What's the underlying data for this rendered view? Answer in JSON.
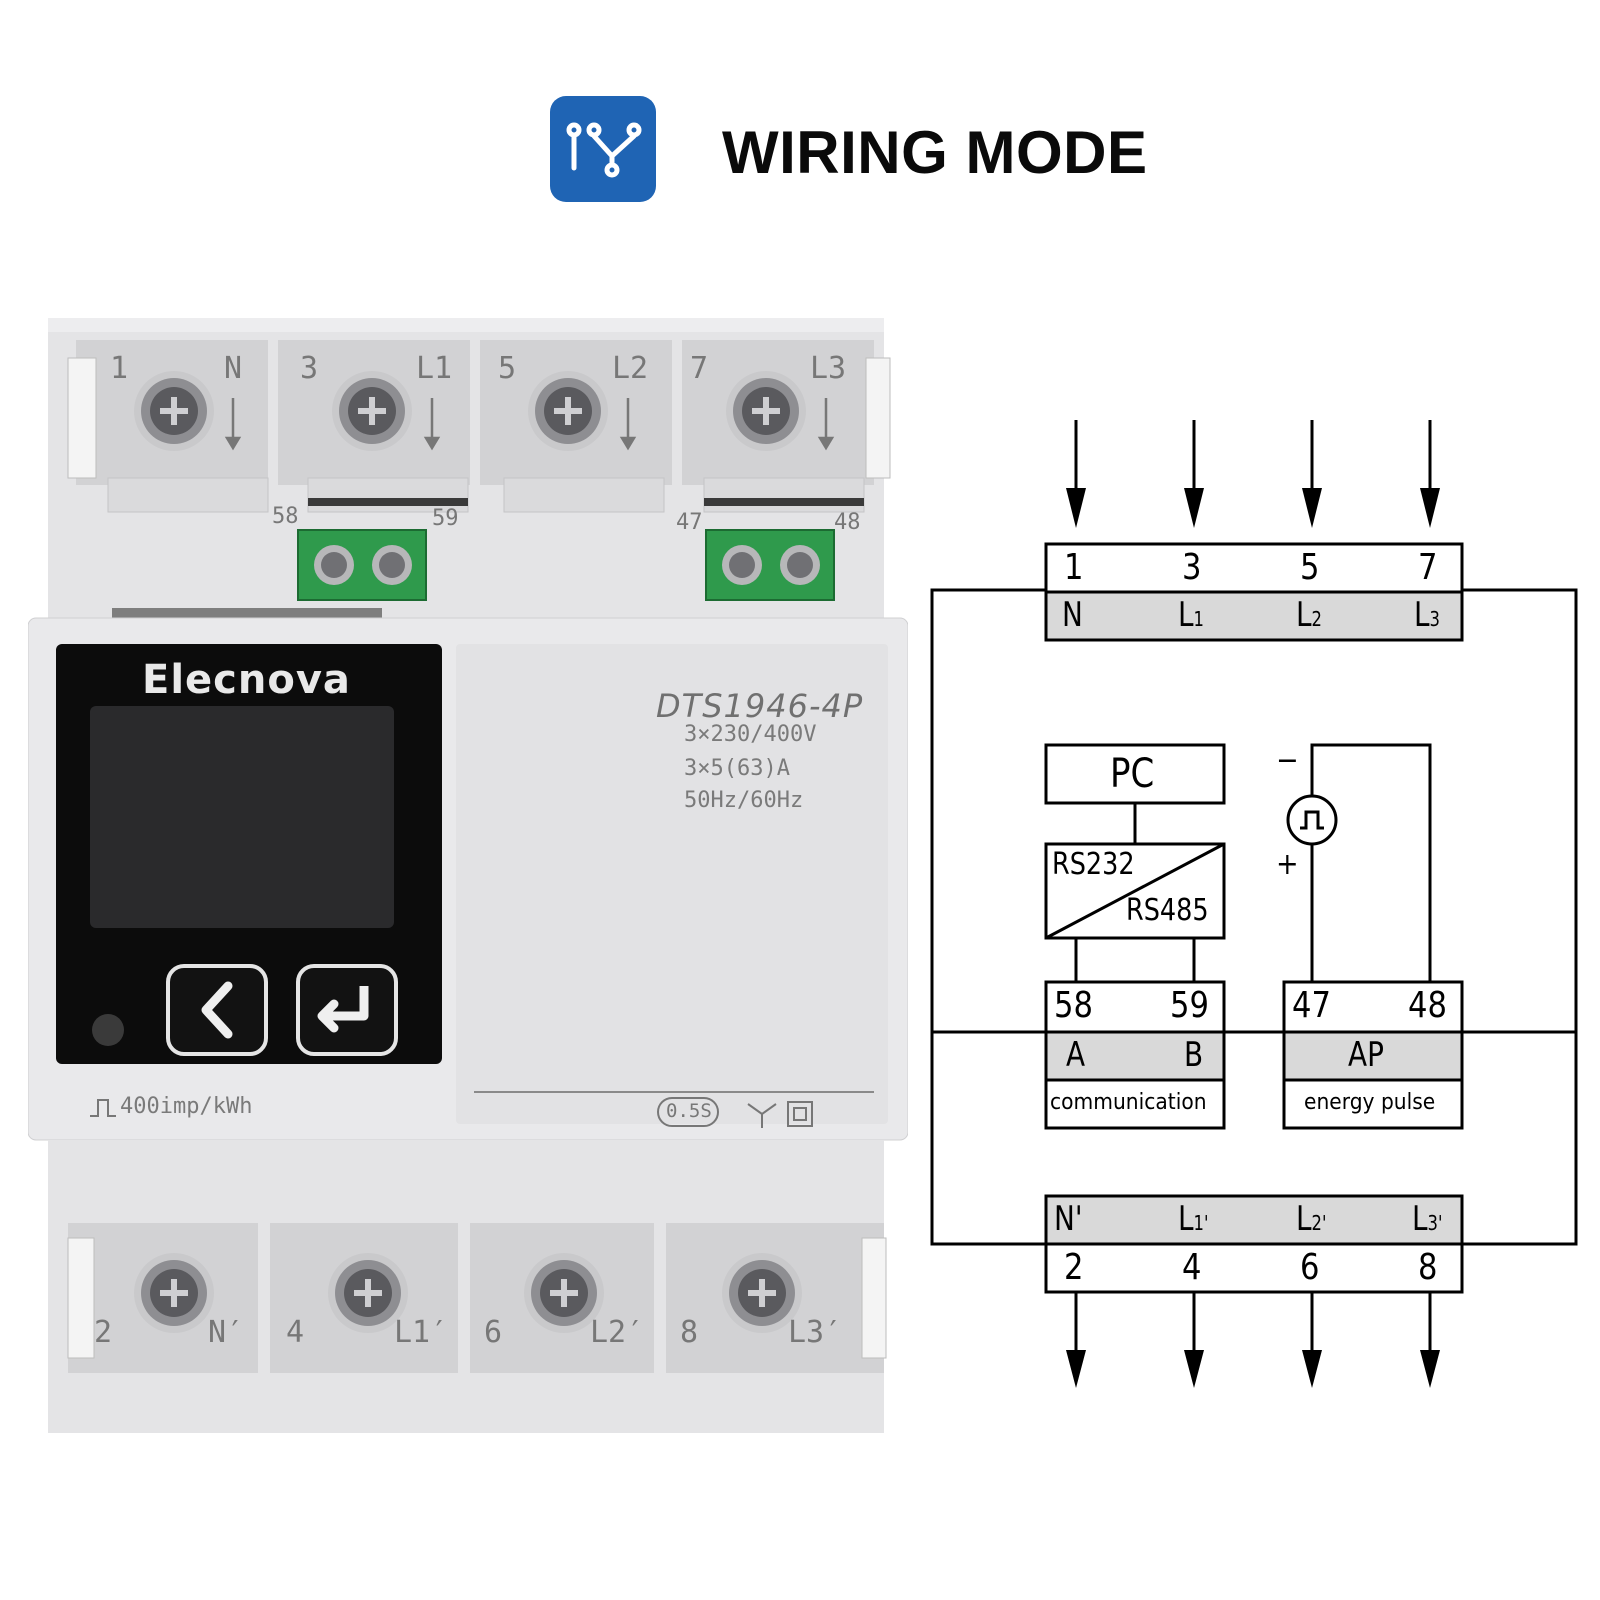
{
  "header": {
    "title": "WIRING MODE",
    "icon": "wiring-icon",
    "icon_color": "#1f64b4"
  },
  "meter": {
    "brand": "Elecnova",
    "model": "DTS1946-4P",
    "specs": [
      "3×230/400V",
      "3×5(63)A",
      "50Hz/60Hz"
    ],
    "pulse_constant": "400imp/kWh",
    "accuracy_class": "0.5S",
    "top_terminals": [
      {
        "number": "1",
        "name": "N"
      },
      {
        "number": "3",
        "name": "L1"
      },
      {
        "number": "5",
        "name": "L2"
      },
      {
        "number": "7",
        "name": "L3"
      }
    ],
    "aux_terminals": [
      "58",
      "59",
      "47",
      "48"
    ],
    "bottom_terminals": [
      {
        "number": "2",
        "name": "N′"
      },
      {
        "number": "4",
        "name": "L1′"
      },
      {
        "number": "6",
        "name": "L2′"
      },
      {
        "number": "8",
        "name": "L3′"
      }
    ],
    "buttons": [
      "back-icon",
      "enter-icon"
    ]
  },
  "diagram": {
    "top_numbers": [
      "1",
      "3",
      "5",
      "7"
    ],
    "top_phases": [
      "N",
      "L",
      "L",
      "L"
    ],
    "top_phase_subs": [
      "",
      "1",
      "2",
      "3"
    ],
    "pc": "PC",
    "converter_top": "RS232",
    "converter_bottom": "RS485",
    "comm_numbers": [
      "58",
      "59"
    ],
    "comm_labels": [
      "A",
      "B"
    ],
    "comm_caption": "communication",
    "pulse_numbers": [
      "47",
      "48"
    ],
    "pulse_label": "AP",
    "pulse_caption": "energy pulse",
    "minus": "−",
    "plus": "+",
    "bottom_phases": [
      "N'",
      "L",
      "L",
      "L"
    ],
    "bottom_phase_subs": [
      "",
      "1'",
      "2'",
      "3'"
    ],
    "bottom_numbers": [
      "2",
      "4",
      "6",
      "8"
    ]
  }
}
